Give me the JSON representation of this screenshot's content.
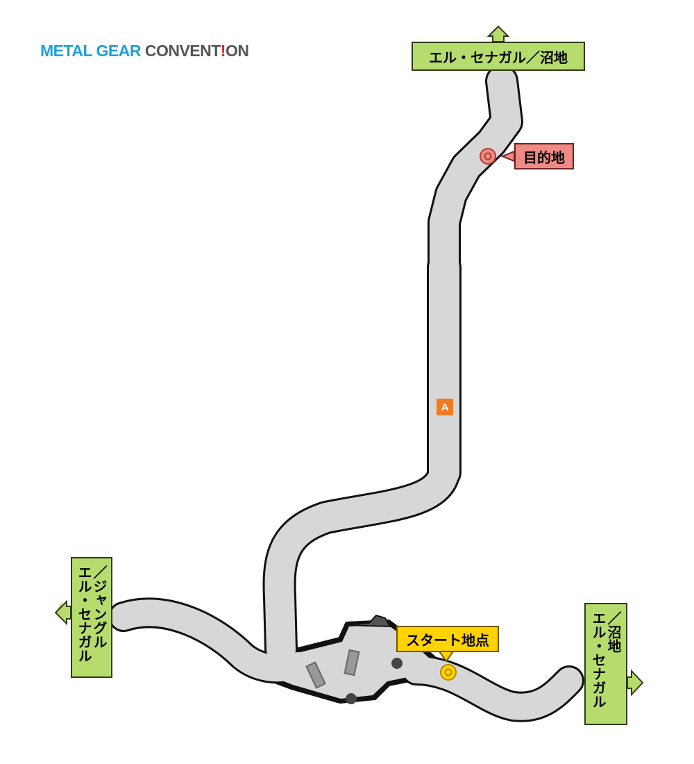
{
  "logo": {
    "part1": "METAL GEAR ",
    "part2": "CONVENT",
    "part3": "!",
    "part4": "ON"
  },
  "exits": {
    "top": "エル・セナガル／沼地",
    "left": [
      "エル・セナガル",
      "／ジャングル"
    ],
    "right": [
      "エル・セナガル",
      "／沼地"
    ]
  },
  "labels": {
    "destination": "目的地",
    "start": "スタート地点",
    "marker_a": "A"
  },
  "colors": {
    "path_fill": "#d7d7d7",
    "path_outline": "#111111",
    "exit_green": "#b6dc6e",
    "destination": "#f08a84",
    "start": "#ffd200",
    "marker_a": "#f37a1f",
    "logo_blue": "#1ea0d6",
    "logo_gray": "#555555"
  },
  "icons": [
    "arrow-up-icon",
    "arrow-left-icon",
    "arrow-right-icon",
    "destination-pin-icon",
    "start-pin-icon"
  ]
}
